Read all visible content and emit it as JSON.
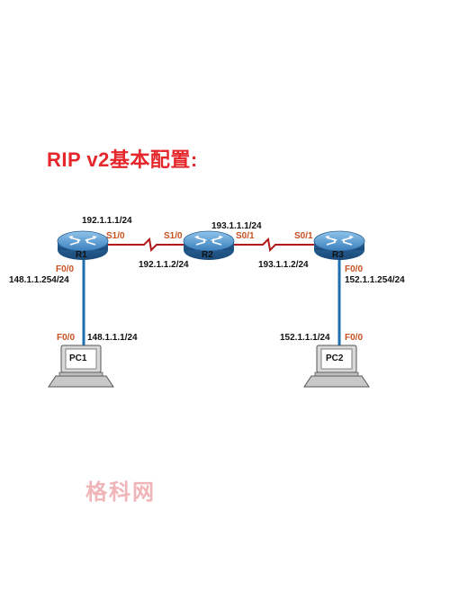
{
  "title": "RIP v2基本配置:",
  "routers": {
    "r1": {
      "name": "R1"
    },
    "r2": {
      "name": "R2"
    },
    "r3": {
      "name": "R3"
    }
  },
  "pcs": {
    "pc1": {
      "name": "PC1"
    },
    "pc2": {
      "name": "PC2"
    }
  },
  "ports": {
    "r1_s10": "S1/0",
    "r2_s10": "S1/0",
    "r2_s01": "S0/1",
    "r3_s01": "S0/1",
    "r1_f00": "F0/0",
    "r3_f00": "F0/0",
    "pc1_f00": "F0/0",
    "pc2_f00": "F0/0"
  },
  "addresses": {
    "r1_serial": "192.1.1.1/24",
    "r2_serial_left": "192.1.1.2/24",
    "r2_serial_right": "193.1.1.1/24",
    "r3_serial": "193.1.1.2/24",
    "r1_lan": "148.1.1.254/24",
    "pc1_ip": "148.1.1.1/24",
    "r3_lan": "152.1.1.254/24",
    "pc2_ip": "152.1.1.1/24"
  },
  "watermark": "格科网",
  "colors": {
    "title": "#e5262b",
    "port": "#c8501f",
    "serial_link": "#b01a1a",
    "ethernet_link": "#1d6fb0",
    "router_body": "#2f6fa8"
  }
}
